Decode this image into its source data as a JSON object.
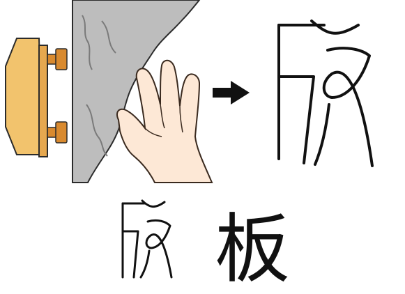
{
  "scene": {
    "background_color": "#ffffff",
    "board_color": "#f2c36d",
    "board_edge_color": "#d79a39",
    "peg_color": "#d98a2f",
    "rock_color": "#b9b9b9",
    "hand_color": "#fde8d6",
    "arrow_color": "#111111"
  },
  "characters": {
    "ancient_large": "版",
    "ancient_small": "版",
    "modern": "板"
  },
  "icons": {
    "wood_board": "wood-board-icon",
    "rock_face": "rock-face-icon",
    "hand": "hand-icon",
    "arrow": "right-arrow-icon"
  }
}
